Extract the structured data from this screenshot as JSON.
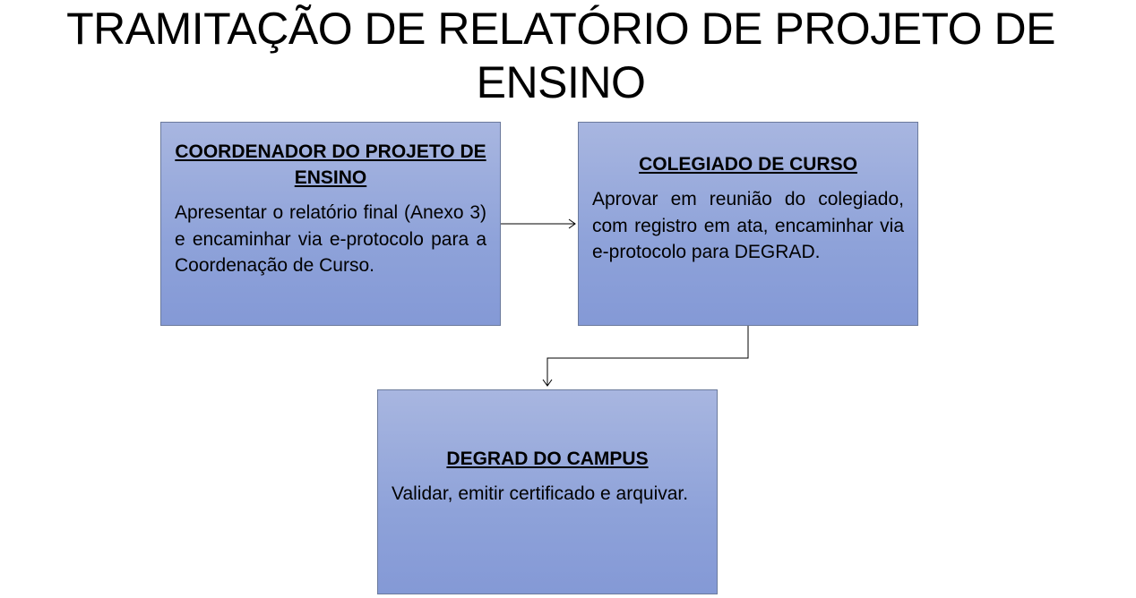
{
  "diagram": {
    "title": "TRAMITAÇÃO DE RELATÓRIO DE PROJETO DE ENSINO",
    "nodes": [
      {
        "id": "coordenador",
        "heading": "COORDENADOR DO PROJETO DE ENSINO",
        "text": "Apresentar o relatório final (Anexo 3) e encaminhar via e-protocolo para a Coordenação de Curso."
      },
      {
        "id": "colegiado",
        "heading": "COLEGIADO DE CURSO",
        "text": "Aprovar em reunião do colegiado, com registro em ata, encaminhar via e-protocolo para DEGRAD."
      },
      {
        "id": "degrad",
        "heading": "DEGRAD DO CAMPUS",
        "text": "Validar, emitir certificado e arquivar."
      }
    ],
    "edges": [
      {
        "from": "coordenador",
        "to": "colegiado"
      },
      {
        "from": "colegiado",
        "to": "degrad"
      }
    ],
    "colors": {
      "box_fill_top": "#a8b6e0",
      "box_fill_bottom": "#8499d6",
      "box_border": "#6b7a9c",
      "connector": "#000000"
    }
  }
}
